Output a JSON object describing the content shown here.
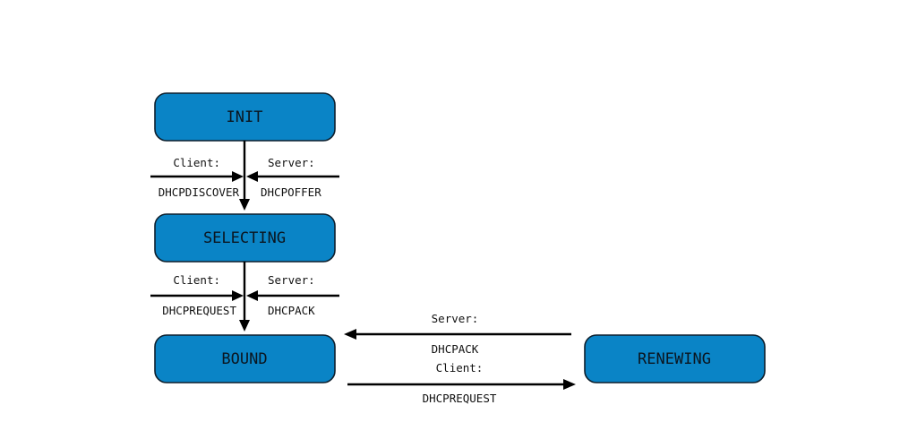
{
  "states": {
    "init": "INIT",
    "selecting": "SELECTING",
    "bound": "BOUND",
    "renewing": "RENEWING"
  },
  "transitions": {
    "init_to_selecting": {
      "client_role": "Client:",
      "client_msg": "DHCPDISCOVER",
      "server_role": "Server:",
      "server_msg": "DHCPOFFER"
    },
    "selecting_to_bound": {
      "client_role": "Client:",
      "client_msg": "DHCPREQUEST",
      "server_role": "Server:",
      "server_msg": "DHCPACK"
    },
    "renewing_to_bound": {
      "role": "Server:",
      "msg": "DHCPACK"
    },
    "bound_to_renewing": {
      "role": "Client:",
      "msg": "DHCPREQUEST"
    }
  },
  "colors": {
    "state_fill": "#0a84c6",
    "state_border": "#0d1f2d",
    "arrow": "#000000"
  }
}
